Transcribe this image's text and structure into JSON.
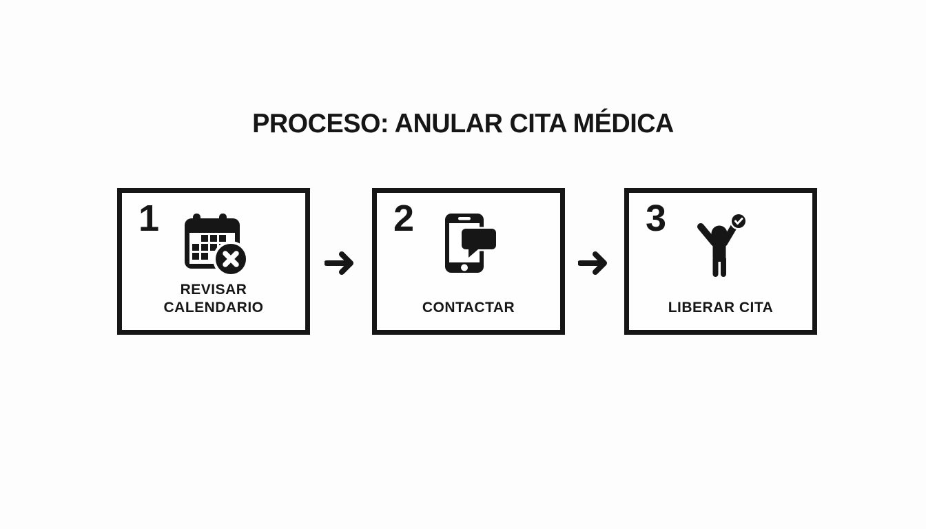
{
  "title": "PROCESO: ANULAR CITA MÉDICA",
  "colors": {
    "ink": "#161616",
    "bg": "#fdfdfd",
    "box_bg": "#fefefe"
  },
  "steps": [
    {
      "number": "1",
      "label": "REVISAR CALENDARIO",
      "icon": "calendar-cancel-icon"
    },
    {
      "number": "2",
      "label": "CONTACTAR",
      "icon": "phone-message-icon"
    },
    {
      "number": "3",
      "label": "LIBERAR CITA",
      "icon": "person-success-icon"
    }
  ],
  "connectors": [
    {
      "type": "arrow-right"
    },
    {
      "type": "arrow-right"
    }
  ]
}
